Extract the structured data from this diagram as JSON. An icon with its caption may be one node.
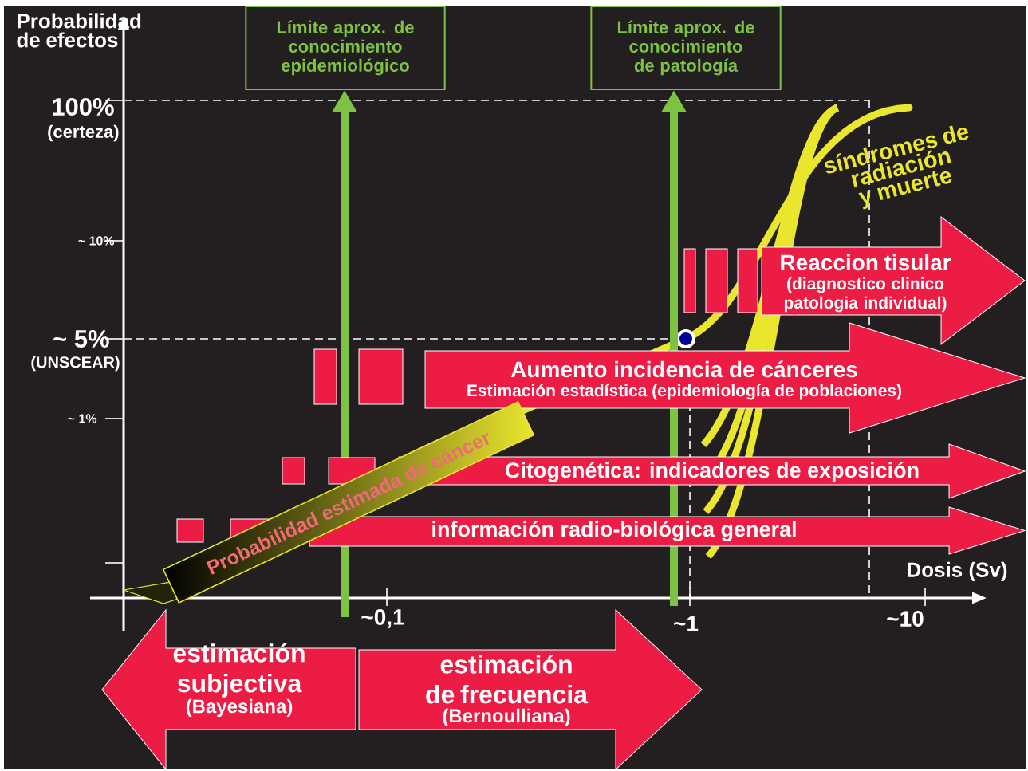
{
  "diagram": {
    "nodes": [
      {
        "text": [
          "Límite aprox.  de conocimiento epidemiológico"
        ]
      },
      {
        "text": [
          "Límite aprox. de conocimiento de patología"
        ]
      },
      {
        "text": [
          "Reaccion tisular",
          "(diagnostico clinico patologia individual)"
        ]
      },
      {
        "text": [
          "Aumento incidencia de cánceres",
          "Estimación estadística (epidemiología de poblaciones)"
        ]
      },
      {
        "text": [
          "Citogenética: indicadores de exposición"
        ]
      },
      {
        "text": [
          "información radio-biológica general"
        ]
      },
      {
        "text": [
          "estimación subjectiva",
          "(Bayesiana)"
        ]
      },
      {
        "text": [
          "estimación de frecuencia",
          "(Bernoulliana)"
        ]
      },
      {
        "text": [
          "Probabilidad estimada de cáncer"
        ]
      }
    ],
    "edges": [
      {
        "from": null,
        "to": 0,
        "arrow": "to"
      },
      {
        "from": null,
        "to": 1,
        "arrow": "to"
      }
    ],
    "labels": [
      "Probabilidad de efectos",
      "100%",
      "(certeza)",
      "~ 10%",
      "~ 5%",
      "(UNSCEAR)",
      "~ 1%",
      "~0,1",
      "~1",
      "~10",
      "Dosis (Sv)",
      "síndromes de radiación y muerte"
    ]
  }
}
